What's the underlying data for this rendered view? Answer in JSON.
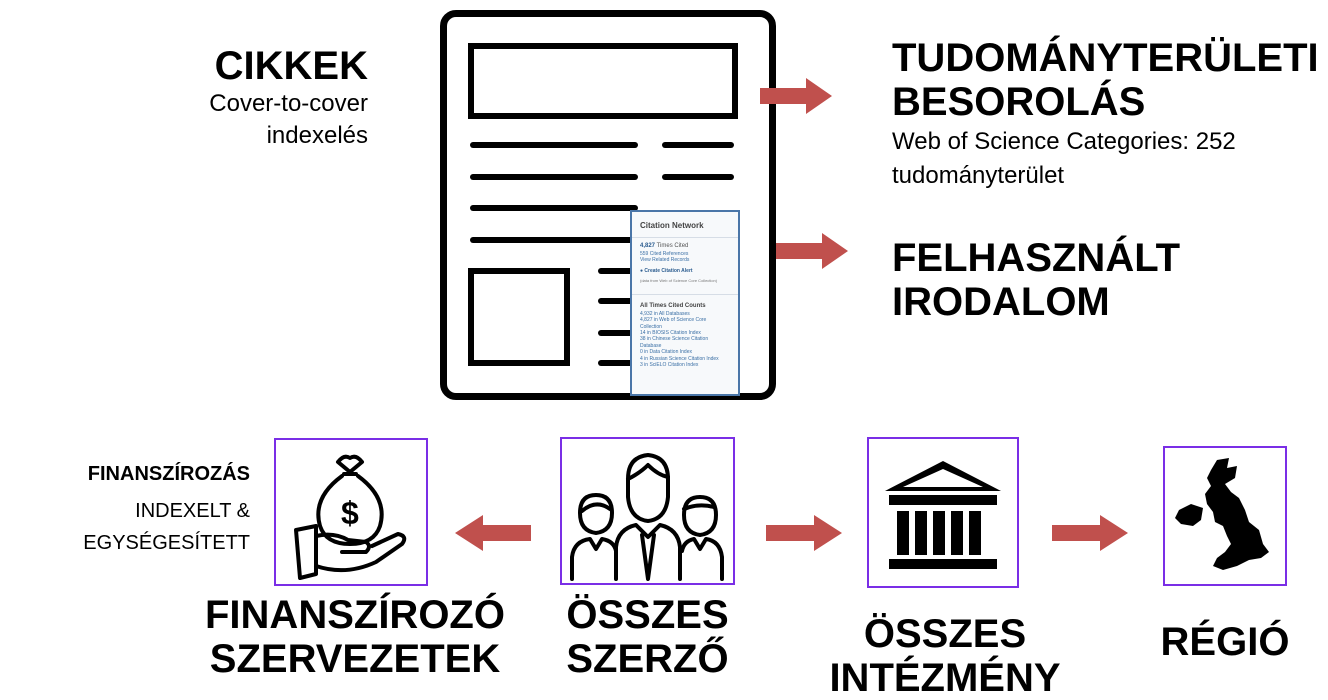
{
  "articles": {
    "title": "CIKKEK",
    "desc_line1": "Cover-to-cover",
    "desc_line2": "indexelés"
  },
  "classification": {
    "title_line1": "TUDOMÁNYTERÜLETI",
    "title_line2": "BESOROLÁS",
    "desc_line1": "Web of Science Categories: 252",
    "desc_line2": "tudományterület"
  },
  "references": {
    "title_line1": "FELHASZNÁLT",
    "title_line2": "IRODALOM"
  },
  "funding": {
    "title": "FINANSZÍROZÁS",
    "desc_line1": "INDEXELT &",
    "desc_line2": "EGYSÉGESÍTETT"
  },
  "nodes": {
    "funders": {
      "line1": "FINANSZÍROZÓ",
      "line2": "SZERVEZETEK",
      "icon": "money-bag-hand-icon"
    },
    "authors": {
      "line1": "ÖSSZES",
      "line2": "SZERZŐ",
      "icon": "people-group-icon"
    },
    "institutions": {
      "line1": "ÖSSZES",
      "line2": "INTÉZMÉNY",
      "icon": "institution-building-icon"
    },
    "region": {
      "line1": "RÉGIÓ",
      "icon": "uk-map-icon"
    }
  },
  "citation_panel": {
    "title": "Citation Network",
    "times_cited_count": "4,827",
    "times_cited_label": "Times Cited",
    "cited_references": "559 Cited References",
    "view_related": "View Related Records",
    "create_alert": "Create Citation Alert",
    "note": "(data from Web of Science Core Collection)",
    "all_times_title": "All Times Cited Counts",
    "counts": [
      "4,932 in All Databases",
      "4,827 in Web of Science Core",
      "Collection",
      "14 in BIOSIS Citation Index",
      "38 in Chinese Science Citation",
      "Database",
      "0 in Data Citation Index",
      "4 in Russian Science Citation Index",
      "3 in SciELO Citation Index"
    ]
  },
  "colors": {
    "arrow": "#c0504d",
    "box_border": "#7a2ee6",
    "panel_border": "#4a76a8"
  }
}
